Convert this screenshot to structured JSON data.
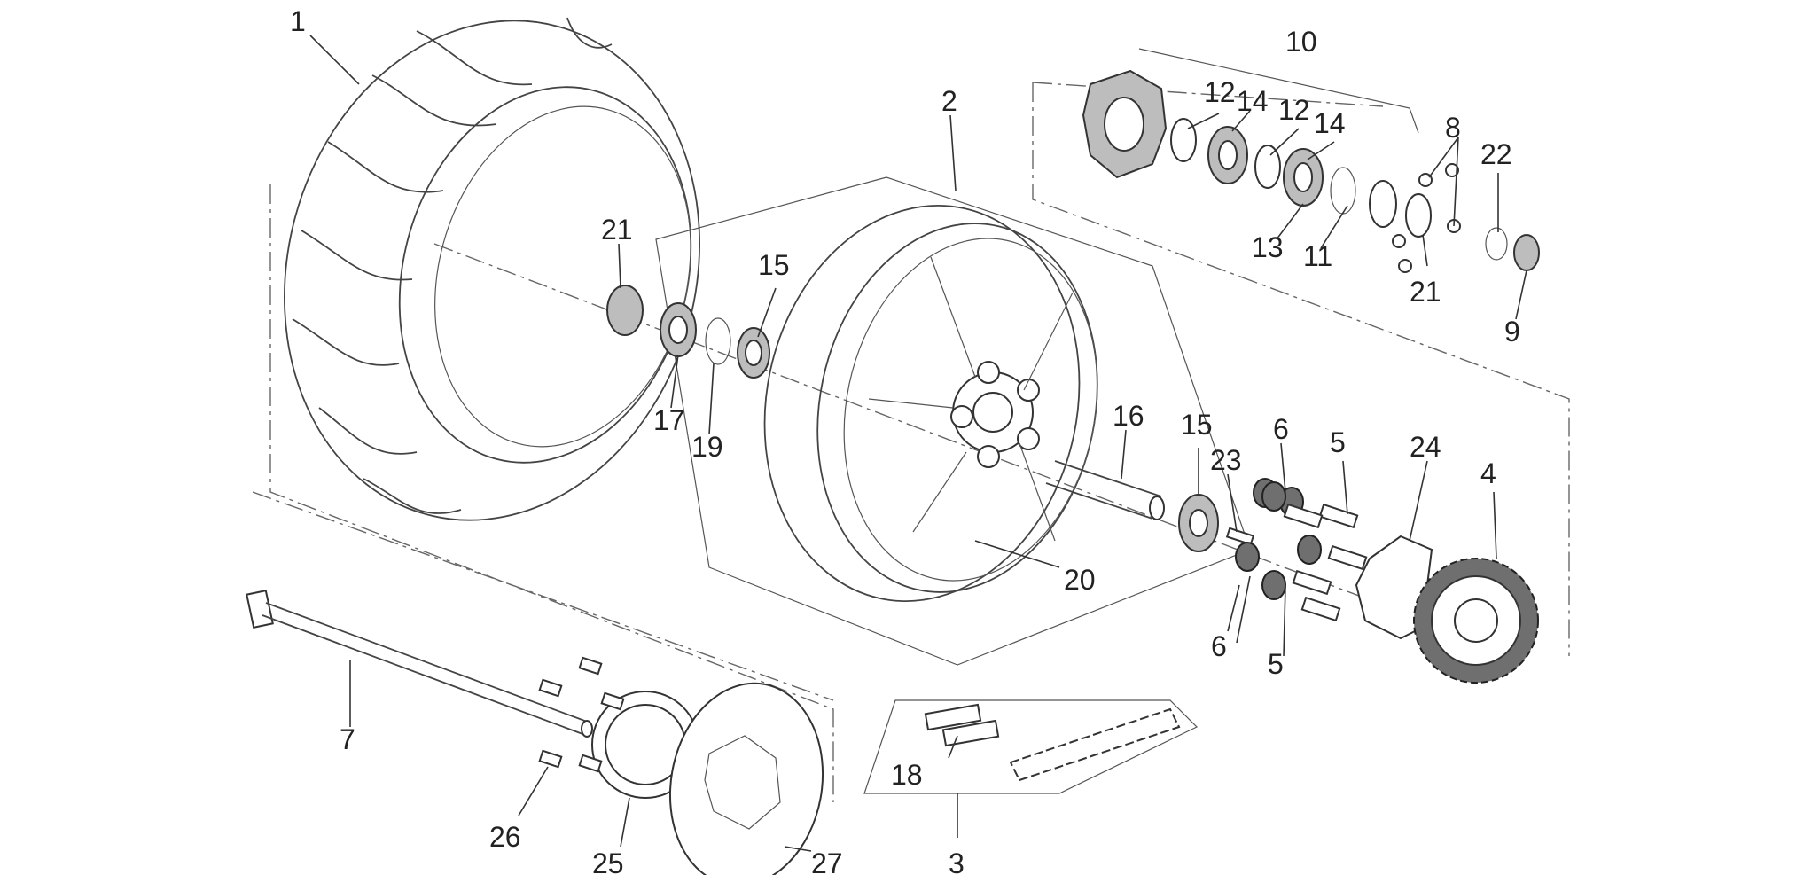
{
  "callouts": [
    "1",
    "2",
    "3",
    "4",
    "5",
    "5",
    "6",
    "6",
    "7",
    "8",
    "9",
    "10",
    "11",
    "12",
    "12",
    "13",
    "14",
    "14",
    "15",
    "15",
    "16",
    "17",
    "18",
    "19",
    "20",
    "21",
    "21",
    "22",
    "23",
    "24",
    "25",
    "26",
    "27"
  ],
  "colors": {
    "line": "#333333",
    "background": "#ffffff",
    "fill_grey": "#bdbdbd",
    "fill_dark": "#6f6f6f"
  }
}
